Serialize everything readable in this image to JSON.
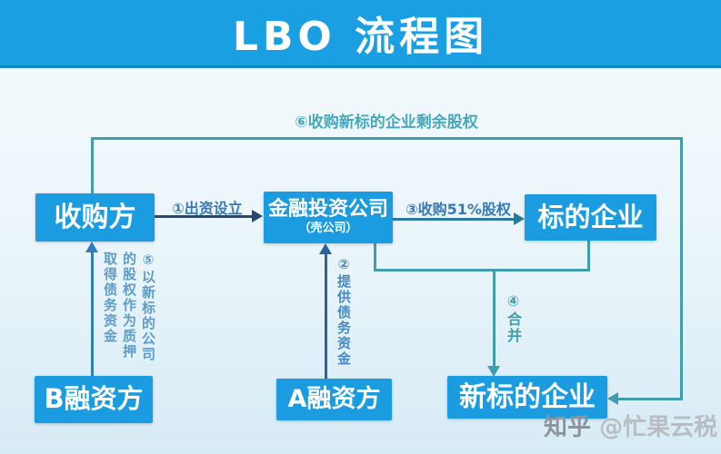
{
  "title": "LBO 流程图",
  "nodes": {
    "acquirer": "收购方",
    "shell_line1": "金融投资公司",
    "shell_line2": "（壳公司）",
    "target": "标的企业",
    "financier_b": "B融资方",
    "financier_a": "A融资方",
    "new_target": "新标的企业"
  },
  "edges": {
    "step1": "①出资设立",
    "step2": "②提供债务资金",
    "step3": "③收购51%股权",
    "step4": "④合并",
    "step5": "⑤以新标的公司\n的股权作为质押\n取得债务资金",
    "step6": "⑥收购新标的企业剩余股权"
  },
  "watermark": {
    "brand": "知乎",
    "handle": " @忙果云税"
  },
  "colors": {
    "banner_blue": "#1a9fe2",
    "node_fill": "#1b9ce0",
    "loop_teal": "#3f9dae",
    "arrow_navy": "#25496f",
    "arrow_blue": "#2e7fc2",
    "label_blue": "#3579b8",
    "label_teal": "#44a9bc",
    "background_top": "#f6fbfe",
    "background_bottom": "#d7ebf5"
  }
}
